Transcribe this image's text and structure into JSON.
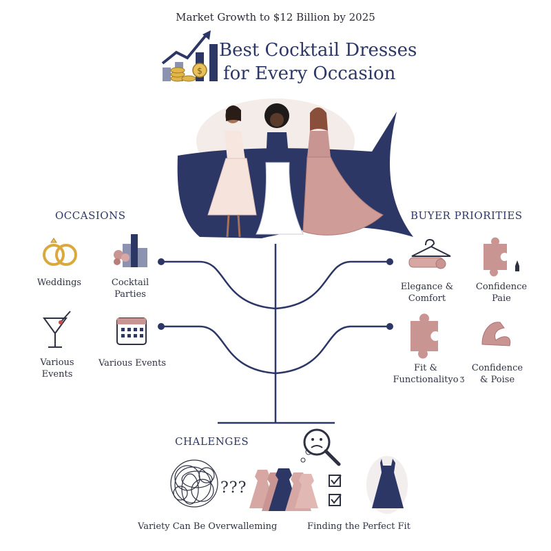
{
  "subtitle": "Market Growth to $12 Billion by 2025",
  "title_line1": "Best Cocktail Dresses",
  "title_line2": "for Every Occasion",
  "occasions": {
    "heading": "OCCASIONS",
    "items": [
      {
        "label": "Weddings",
        "icon": "rings-icon"
      },
      {
        "label_line1": "Cocktail",
        "label_line2": "Parties",
        "icon": "city-flowers-icon"
      },
      {
        "label_line1": "Various",
        "label_line2": "Events",
        "icon": "martini-icon"
      },
      {
        "label": "Various Events",
        "icon": "calendar-icon"
      }
    ]
  },
  "buyer_priorities": {
    "heading": "BUYER PRIORITIES",
    "items": [
      {
        "label_line1": "Elegance &",
        "label_line2": "Comfort",
        "icon": "hanger-tape-icon"
      },
      {
        "label_line1": "Confidence",
        "label_line2": "Paie",
        "icon": "puzzle-icon"
      },
      {
        "label_line1": "Fit &",
        "label_line2": "Functionalityo",
        "icon": "puzzle-icon"
      },
      {
        "label_line1": "Confidence",
        "label_line2": "& Poise",
        "icon": "flexed-arm-icon"
      }
    ],
    "stray_glyph": "Ʒ"
  },
  "challenges": {
    "heading": "CHALENGES",
    "question_marks": "???",
    "items": [
      {
        "label": "Variety Can Be Overwalleming",
        "icon": "tangle-icon"
      },
      {
        "label": "Finding the Perfect Fit",
        "icon": "magnifier-sad-icon"
      }
    ]
  },
  "colors": {
    "navy": "#2d3766",
    "rose": "#c99593",
    "blush": "#f3dcd6",
    "gold": "#d9a93e"
  }
}
